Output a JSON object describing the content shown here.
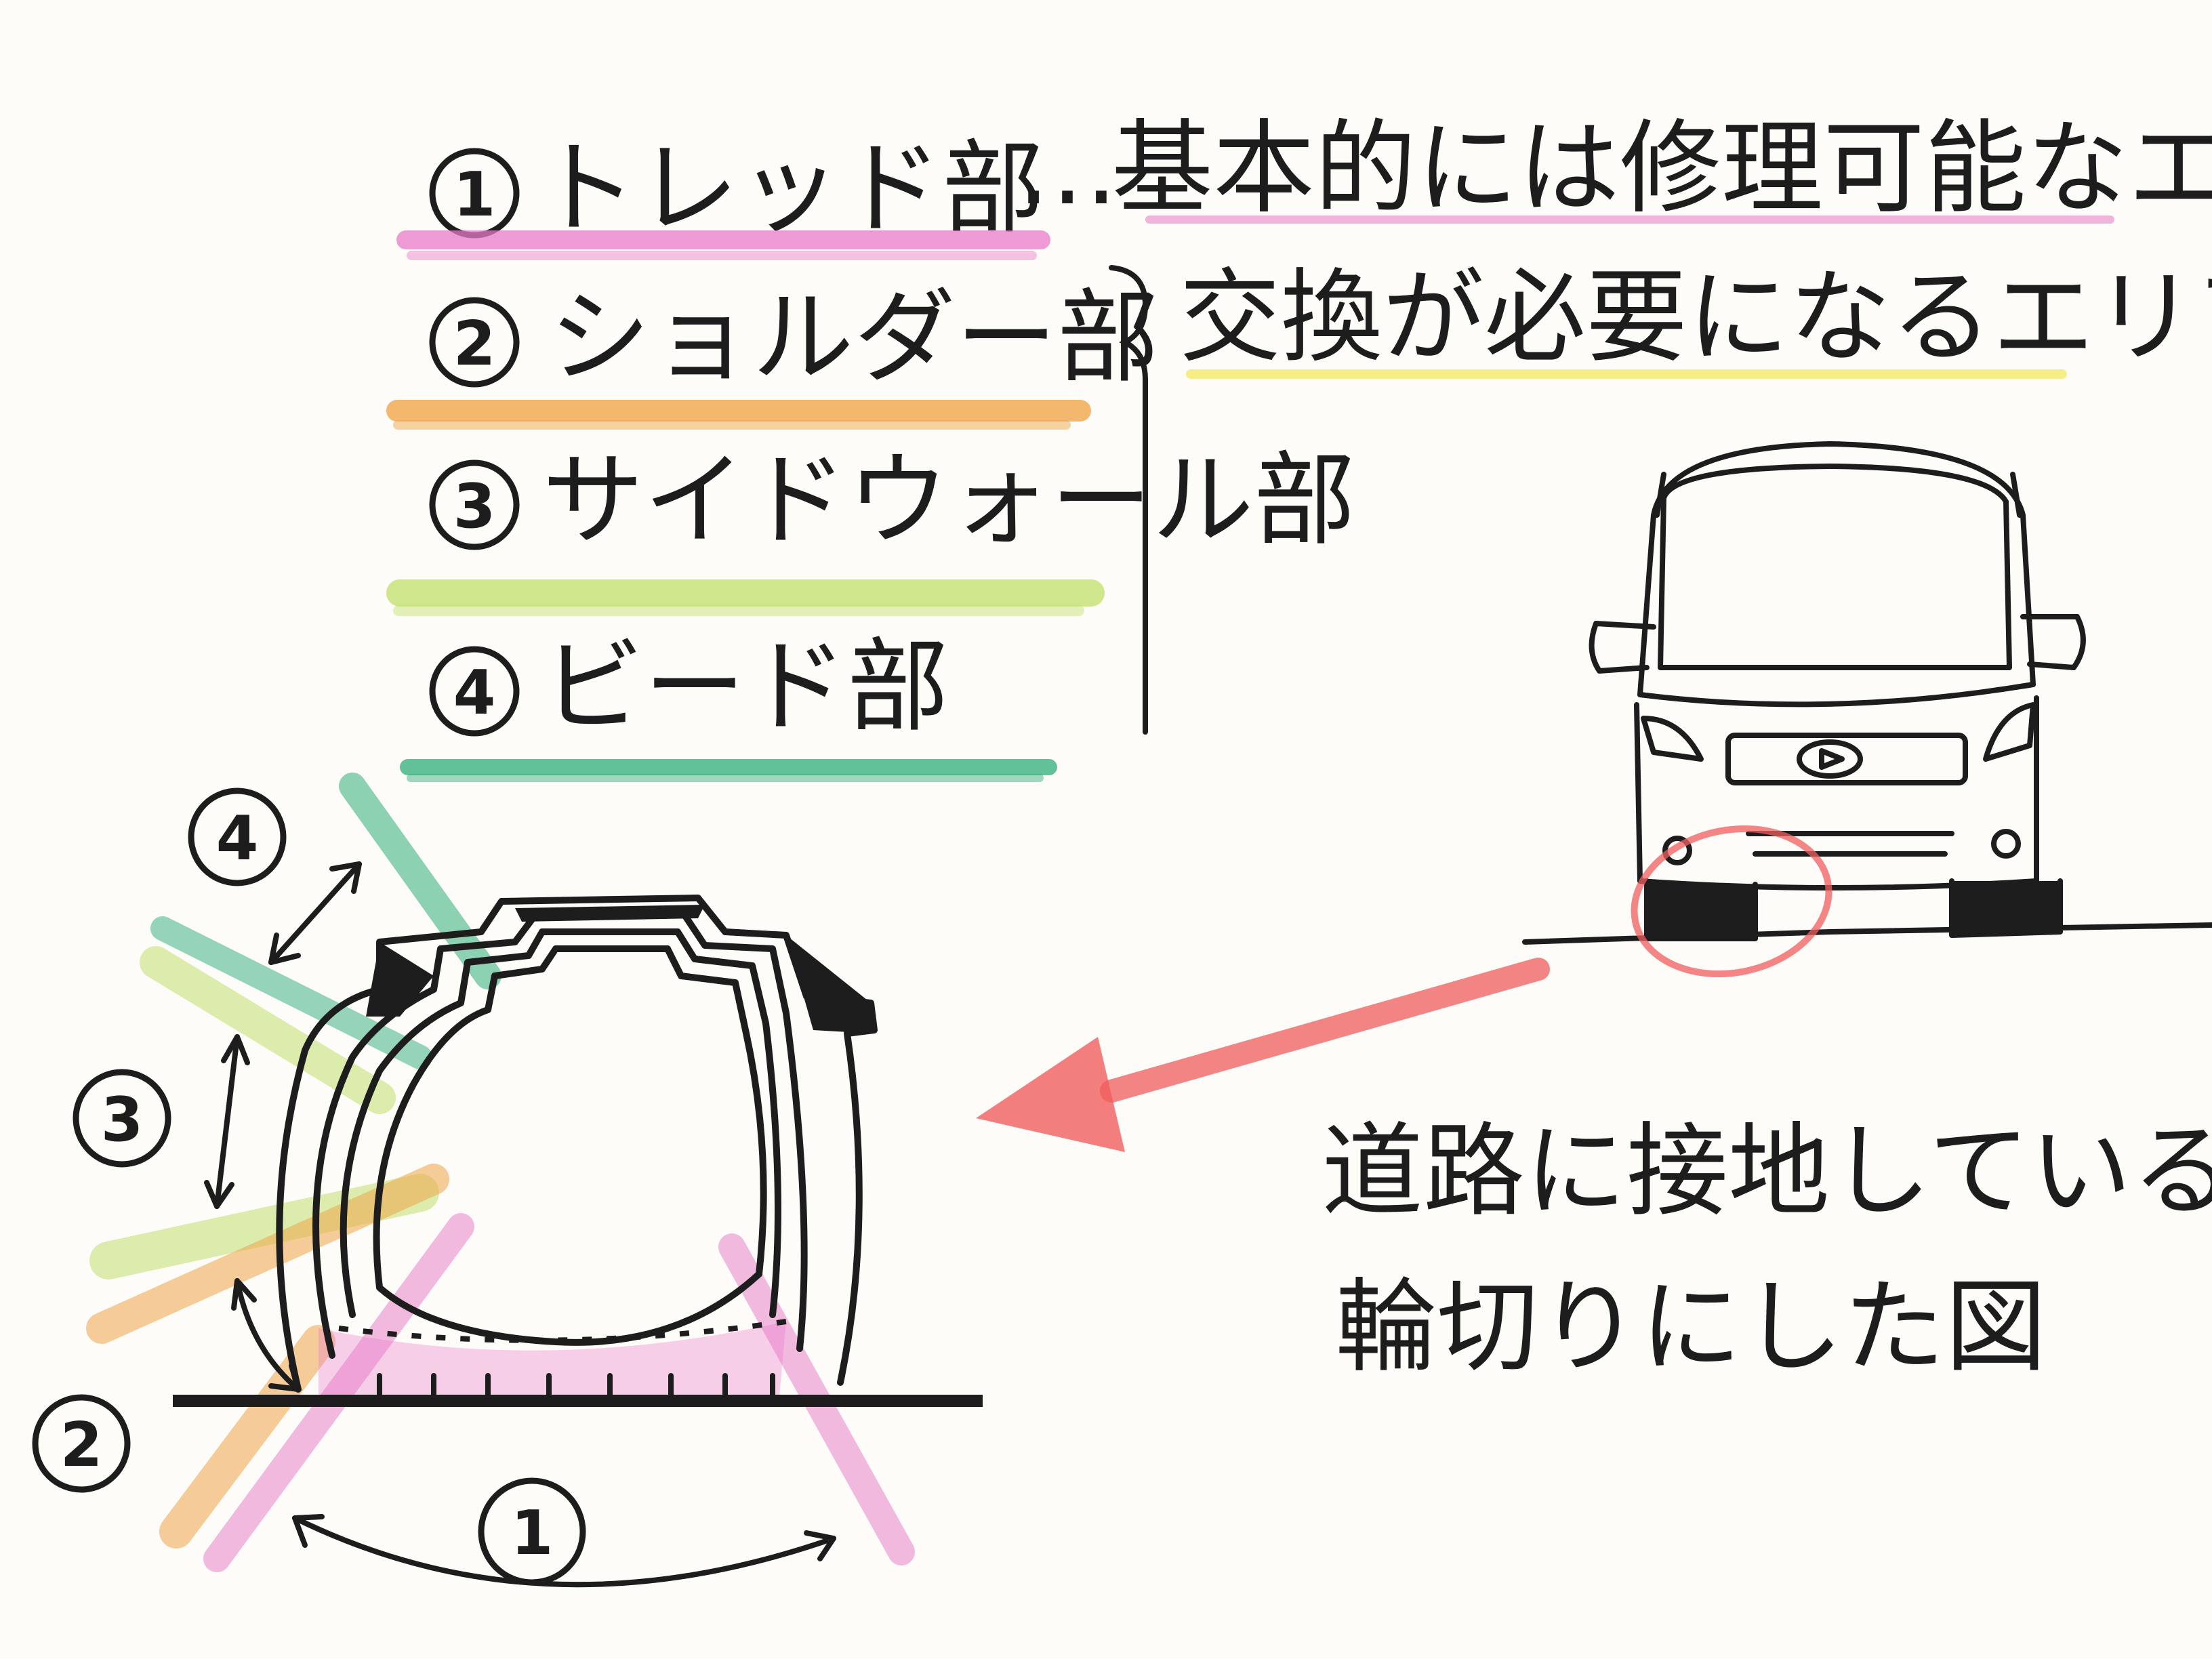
{
  "legend": {
    "items": [
      {
        "num": "1",
        "label": "トレッド部"
      },
      {
        "num": "2",
        "label": "ショルダー部"
      },
      {
        "num": "3",
        "label": "サイドウォール部"
      },
      {
        "num": "4",
        "label": "ビード部"
      }
    ],
    "repairable_ellipsis": "…",
    "repairable_text": "基本的には修理可能なエリア",
    "replace_text": "交換が必要になるエリア"
  },
  "caption": {
    "line1": "道路に接地しているところを",
    "line2": "輪切りにした図"
  },
  "tire_labels": {
    "tread": "1",
    "shoulder": "2",
    "sidewall": "3",
    "bead": "4"
  },
  "colors": {
    "ink": "#1d1d1d",
    "tread_pink": "#e879c8",
    "shoulder_orange": "#f0a64a",
    "sidewall_green": "#c7e27a",
    "bead_teal": "#2fae7a",
    "arrow_red": "#ef5e5e",
    "highlight_yellow": "#f4e86a"
  },
  "icons": [
    "car-front-icon",
    "tire-cross-section-icon",
    "arrow-left-icon"
  ]
}
